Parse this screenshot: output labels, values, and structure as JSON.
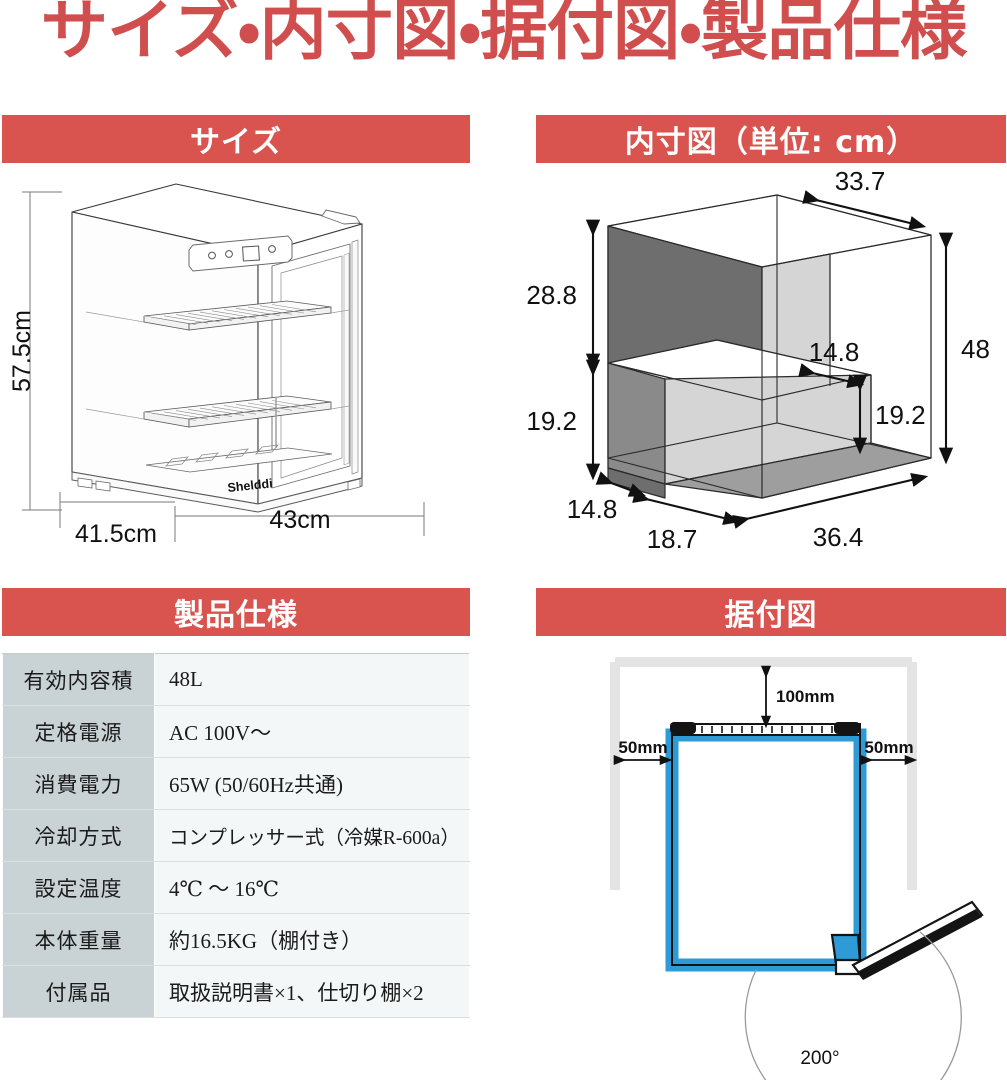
{
  "page": {
    "title": "サイズ・内寸図・据付図・製品仕様",
    "accent_color": "#D9534F",
    "title_color": "#D04E4E"
  },
  "sections": {
    "size": {
      "header": "サイズ",
      "brand_logo": "Shelddi",
      "dimensions": {
        "height": "57.5cm",
        "depth": "41.5cm",
        "width": "43cm"
      }
    },
    "inner": {
      "header": "内寸図（単位: cm）",
      "unit": "cm",
      "dimensions": {
        "top_depth": "33.7",
        "upper_height": "28.8",
        "shelf_depth": "14.8",
        "total_height": "48",
        "lower_height_left": "19.2",
        "lower_height_right": "19.2",
        "bottom_left_depth": "14.8",
        "bottom_width_left": "18.7",
        "bottom_width_right": "36.4"
      },
      "colors": {
        "dark_wall": "#6E6E6E",
        "light_face": "#D5D5D5",
        "floor": "#A8A8A8",
        "mid_face": "#8A8A8A"
      }
    },
    "install": {
      "header": "据付図",
      "clearances": {
        "top": "100mm",
        "left": "50mm",
        "right": "50mm"
      },
      "door_angle": "200°",
      "colors": {
        "body": "#2E9BD6",
        "wall": "#E8E8E8",
        "cap": "#141414"
      }
    },
    "spec": {
      "header": "製品仕様",
      "rows": [
        {
          "key": "有効内容積",
          "value": "48L"
        },
        {
          "key": "定格電源",
          "value": "AC 100V〜"
        },
        {
          "key": "消費電力",
          "value": "65W (50/60Hz共通)"
        },
        {
          "key": "冷却方式",
          "value": "コンプレッサー式（冷媒R-600a）"
        },
        {
          "key": "設定温度",
          "value": "4℃ 〜 16℃"
        },
        {
          "key": "本体重量",
          "value": "約16.5KG（棚付き）"
        },
        {
          "key": "付属品",
          "value": "取扱説明書×1、仕切り棚×2"
        }
      ]
    }
  }
}
